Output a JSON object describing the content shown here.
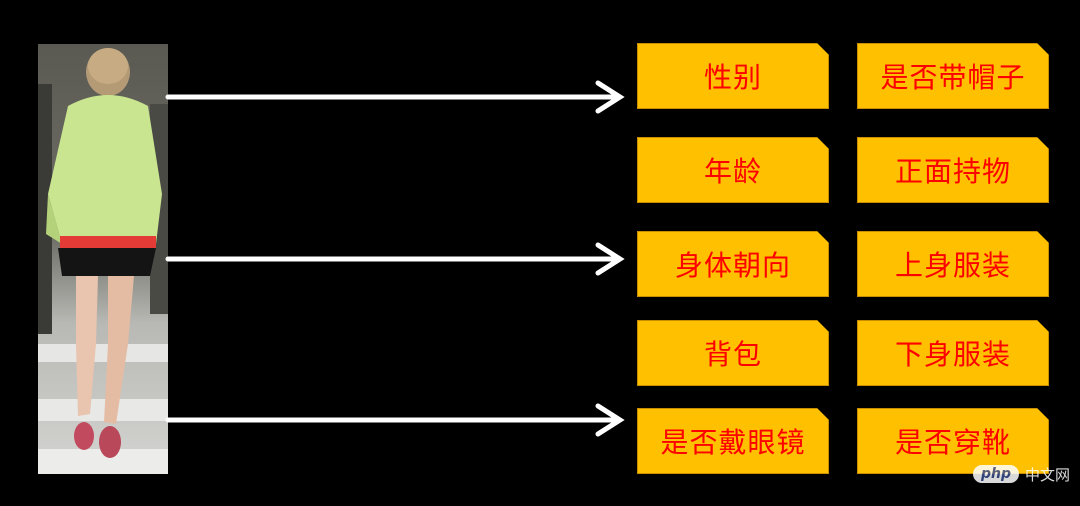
{
  "attributes_left": [
    "性别",
    "年龄",
    "身体朝向",
    "背包",
    "是否戴眼镜"
  ],
  "attributes_right": [
    "是否带帽子",
    "正面持物",
    "上身服装",
    "下身服装",
    "是否穿靴"
  ],
  "colors": {
    "background": "#000000",
    "tag_fill": "#FFC000",
    "tag_text": "#FF0000",
    "arrow": "#FFFFFF"
  },
  "watermark": {
    "badge": "php",
    "text": "中文网"
  }
}
